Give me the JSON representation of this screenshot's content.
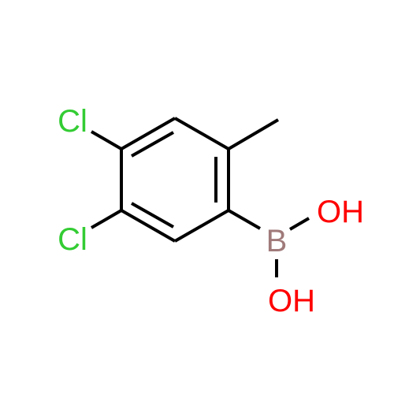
{
  "molecule": {
    "atoms": {
      "cl_top": {
        "label": "Cl",
        "color": "#33cc33"
      },
      "cl_bottom": {
        "label": "Cl",
        "color": "#33cc33"
      },
      "boron": {
        "label": "B",
        "color": "#a07a7a"
      },
      "oh_top": {
        "label": "OH",
        "color": "#ff0000"
      },
      "oh_bottom": {
        "label": "OH",
        "color": "#ff0000"
      }
    },
    "bond_color": "#000000"
  }
}
